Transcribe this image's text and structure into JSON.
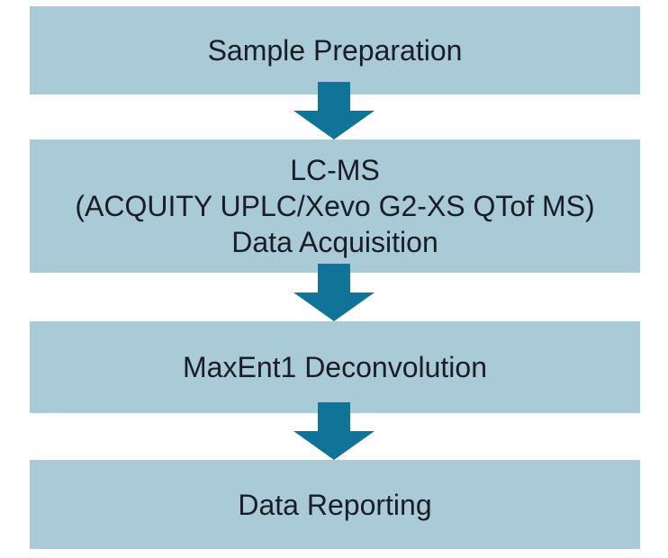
{
  "colors": {
    "background": "#ffffff",
    "box_fill": "#a9cbd8",
    "arrow": "#0f7497",
    "text": "#1b1d26"
  },
  "steps": [
    {
      "name": "sample-preparation",
      "lines": [
        "Sample Preparation"
      ]
    },
    {
      "name": "lc-ms-data-acquisition",
      "lines": [
        "LC-MS",
        "(ACQUITY UPLC/Xevo G2-XS QTof MS)",
        "Data Acquisition"
      ]
    },
    {
      "name": "maxent1-deconvolution",
      "lines": [
        "MaxEnt1 Deconvolution"
      ]
    },
    {
      "name": "data-reporting",
      "lines": [
        "Data Reporting"
      ]
    }
  ]
}
